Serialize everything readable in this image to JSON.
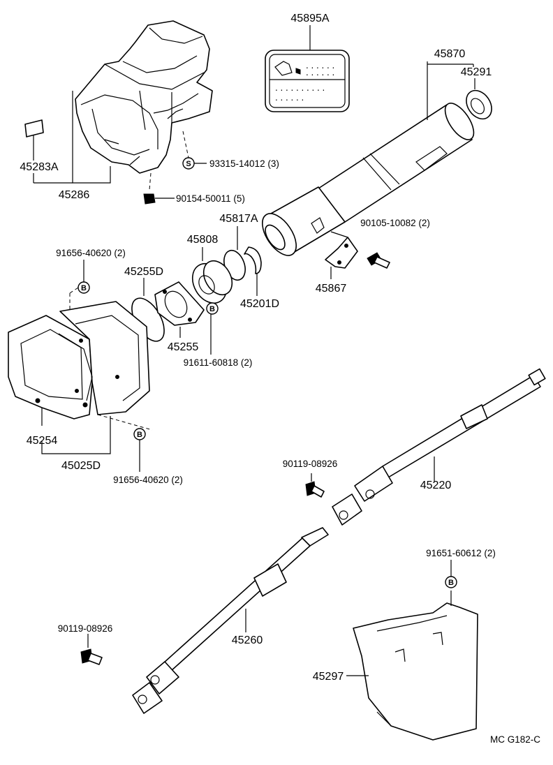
{
  "diagram_code": "MC G182-C",
  "parts": {
    "p45895A": "45895A",
    "p45870": "45870",
    "p45291": "45291",
    "p45283A": "45283A",
    "p45286": "45286",
    "p93315": "93315-14012 (3)",
    "p93315_badge": "S",
    "p90154": "90154-50011 (5)",
    "p45817A": "45817A",
    "p45808": "45808",
    "p90105": "90105-10082 (2)",
    "p91656a": "91656-40620 (2)",
    "p91656a_badge": "B",
    "p45255D": "45255D",
    "p45201D": "45201D",
    "p45867": "45867",
    "p45255": "45255",
    "p91611_badge": "B",
    "p91611": "91611-60818 (2)",
    "p45254": "45254",
    "p45025D": "45025D",
    "p91656b_badge": "B",
    "p91656b": "91656-40620 (2)",
    "p90119a": "90119-08926",
    "p45220": "45220",
    "p91651": "91651-60612 (2)",
    "p91651_badge": "B",
    "p90119b": "90119-08926",
    "p45260": "45260",
    "p45297": "45297"
  }
}
